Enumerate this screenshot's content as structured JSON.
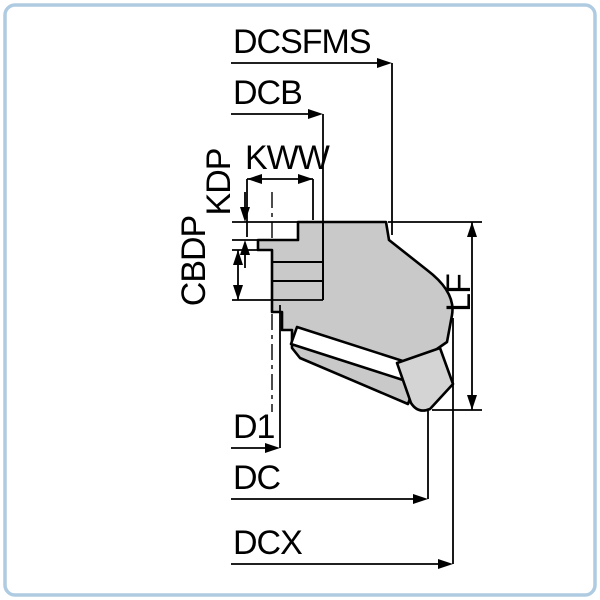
{
  "diagram": {
    "type": "technical-dimension-drawing",
    "subject": "milling-cutter-side-section",
    "dimension_labels": {
      "dcsfms": "DCSFMS",
      "dcb": "DCB",
      "kww": "KWW",
      "kdp": "KDP",
      "cbdp": "CBDP",
      "lf": "LF",
      "d1": "D1",
      "dc": "DC",
      "dcx": "DCX"
    },
    "colors": {
      "frame": "#aecbe2",
      "body_fill": "#c9c9ca",
      "insert_fill": "#d4d4d5",
      "slot_fill": "#ffffff",
      "line": "#000000",
      "background": "#ffffff"
    }
  }
}
